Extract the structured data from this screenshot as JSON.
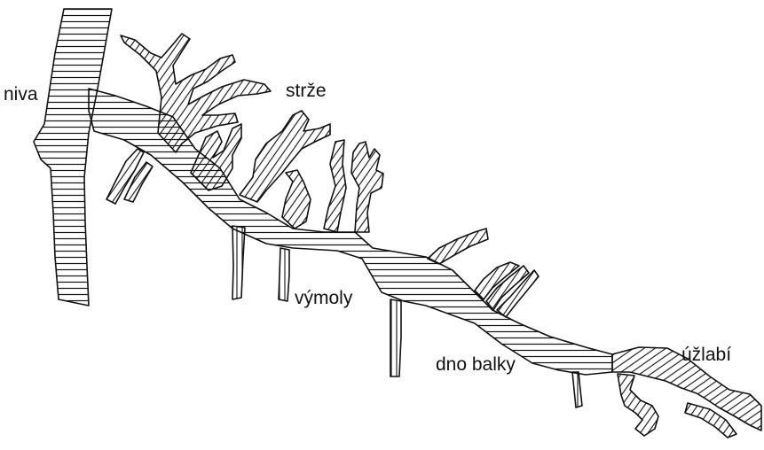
{
  "labels": {
    "niva": "niva",
    "strze": "strže",
    "vymoly": "výmoly",
    "dno_balky": "dno balky",
    "uzlabi": "úžlabí"
  },
  "colors": {
    "stroke": "#111111",
    "hatch": "#111111",
    "background": "#ffffff"
  }
}
